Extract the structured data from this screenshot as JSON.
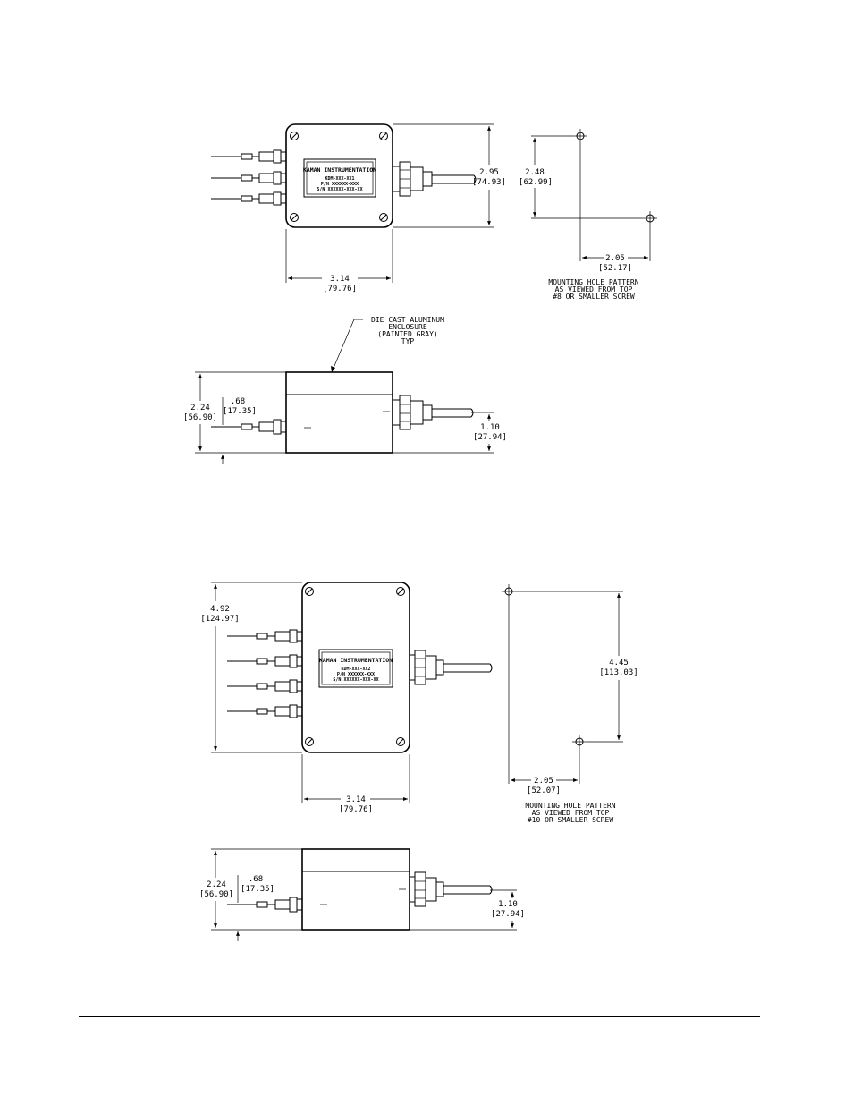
{
  "drawing1": {
    "plan": {
      "nameplate": {
        "brand": "KAMAN INSTRUMENTATION",
        "line1": "KDM-XXX-XX1",
        "line2": "P/N XXXXXX-XXX",
        "line3": "S/N XXXXXX-XXX-XX"
      },
      "height_in": "2.95",
      "height_mm": "[74.93]",
      "width_in": "3.14",
      "width_mm": "[79.76]"
    },
    "hole_pattern": {
      "vertical_in": "2.48",
      "vertical_mm": "[62.99]",
      "horizontal_in": "2.05",
      "horizontal_mm": "[52.17]",
      "caption": [
        "MOUNTING HOLE PATTERN",
        "AS VIEWED FROM TOP",
        "#8 OR SMALLER SCREW"
      ]
    },
    "callout": [
      "DIE CAST ALUMINUM",
      "ENCLOSURE",
      "(PAINTED GRAY)",
      "TYP"
    ],
    "side": {
      "height_in": "2.24",
      "height_mm": "[56.90]",
      "connector_in": ".68",
      "connector_mm": "[17.35]",
      "cable_in": "1.10",
      "cable_mm": "[27.94]"
    }
  },
  "drawing2": {
    "plan": {
      "nameplate": {
        "brand": "KAMAN INSTRUMENTATION",
        "line1": "KDM-XXX-XX2",
        "line2": "P/N XXXXXX-XXX",
        "line3": "S/N XXXXXX-XXX-XX"
      },
      "height_in": "4.92",
      "height_mm": "[124.97]",
      "width_in": "3.14",
      "width_mm": "[79.76]"
    },
    "hole_pattern": {
      "vertical_in": "4.45",
      "vertical_mm": "[113.03]",
      "horizontal_in": "2.05",
      "horizontal_mm": "[52.07]",
      "caption": [
        "MOUNTING HOLE PATTERN",
        "AS VIEWED FROM TOP",
        "#10 OR SMALLER SCREW"
      ]
    },
    "side": {
      "height_in": "2.24",
      "height_mm": "[56.90]",
      "connector_in": ".68",
      "connector_mm": "[17.35]",
      "cable_in": "1.10",
      "cable_mm": "[27.94]"
    }
  }
}
